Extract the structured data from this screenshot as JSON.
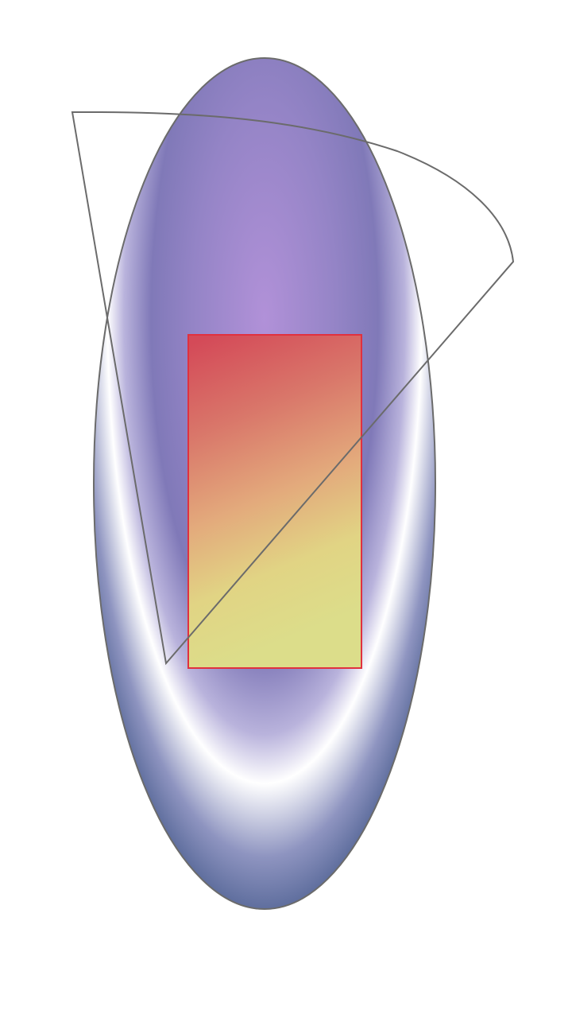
{
  "colors": {
    "background": "#ffffff",
    "outline": "#6b6b6b",
    "ellipse_gradient": [
      "#b191d8",
      "#9484c6",
      "#8079b8",
      "#b9b3dc",
      "#ffffff",
      "#8e94c0",
      "#4c5f90"
    ],
    "rect_gradient": [
      "#d44a58",
      "#d9776a",
      "#e3aa7c",
      "#e1d484",
      "#dcdd8a"
    ],
    "rect_stroke": "#e0313f"
  },
  "shapes": [
    "radial-gradient-ellipse",
    "gradient-rectangle",
    "sector-outline"
  ]
}
